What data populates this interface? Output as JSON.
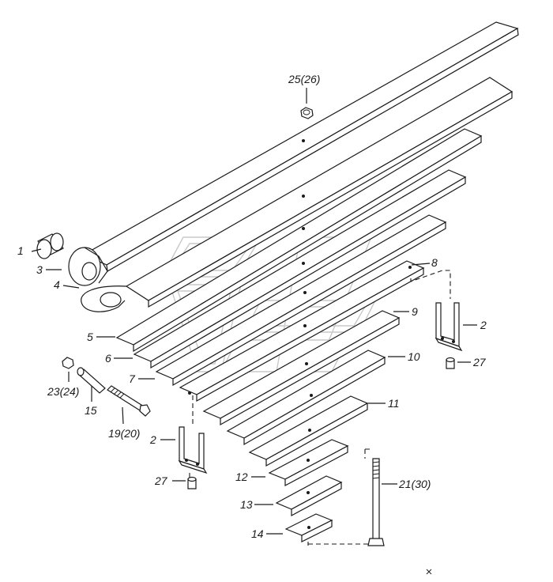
{
  "callouts": {
    "c1": "1",
    "c2a": "2",
    "c2b": "2",
    "c3": "3",
    "c4": "4",
    "c5": "5",
    "c6": "6",
    "c7": "7",
    "c8": "8",
    "c9": "9",
    "c10": "10",
    "c11": "11",
    "c12": "12",
    "c13": "13",
    "c14": "14",
    "c15": "15",
    "c19": "19(20)",
    "c21": "21(30)",
    "c23": "23(24)",
    "c25": "25(26)",
    "c27a": "27",
    "c27b": "27"
  }
}
